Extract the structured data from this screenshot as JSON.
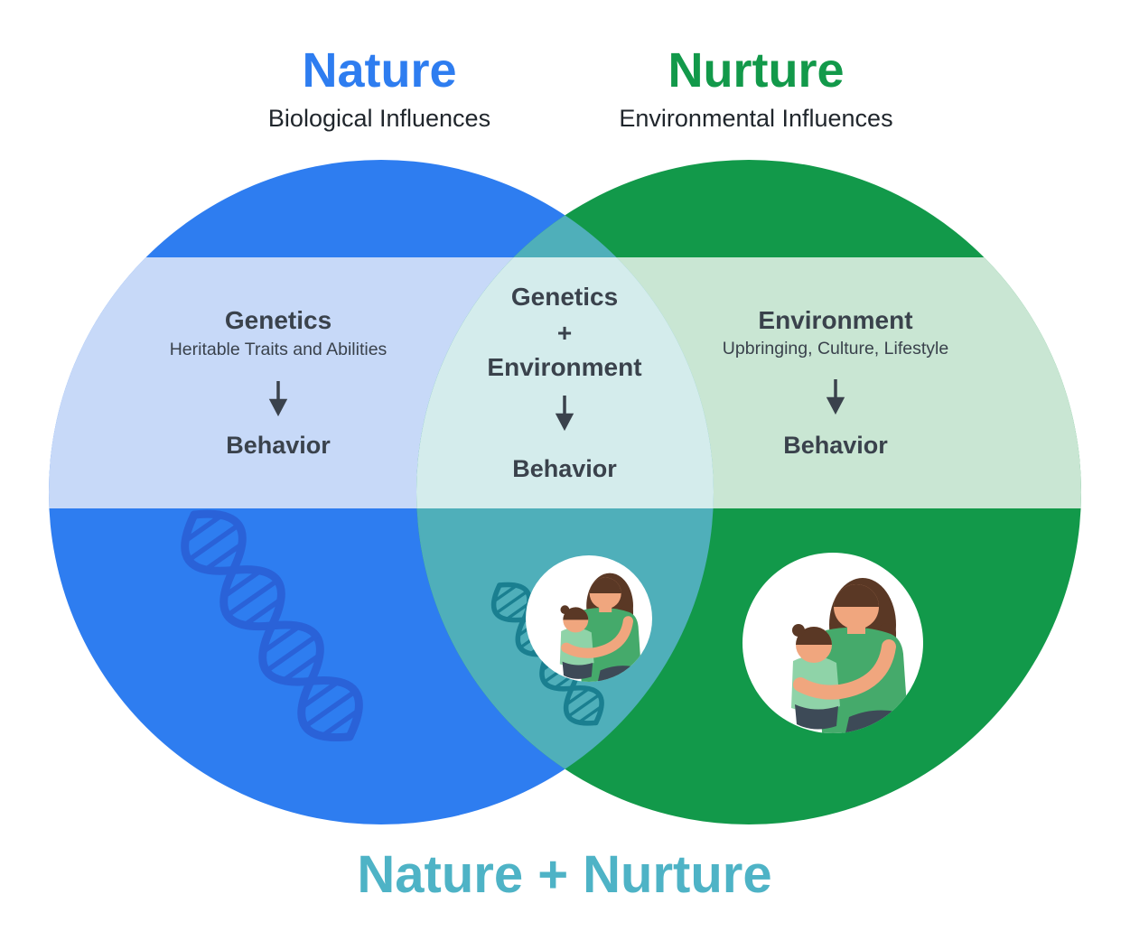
{
  "diagram": {
    "title_left": {
      "label": "Nature",
      "subtitle": "Biological Influences"
    },
    "title_right": {
      "label": "Nurture",
      "subtitle": "Environmental Influences"
    },
    "footer_title": "Nature + Nurture",
    "left_region": {
      "heading": "Genetics",
      "subheading": "Heritable Traits and Abilities",
      "outcome": "Behavior"
    },
    "center_region": {
      "heading_line1": "Genetics",
      "heading_line2": "+",
      "heading_line3": "Environment",
      "outcome": "Behavior"
    },
    "right_region": {
      "heading": "Environment",
      "subheading": "Upbringing, Culture, Lifestyle",
      "outcome": "Behavior"
    },
    "icons": {
      "left_icon": "dna-helix-icon",
      "overlap_icon": "dna-helix-icon",
      "overlap_photo": "mother-child-icon",
      "right_photo": "mother-child-icon",
      "arrows": "down-arrow-icon"
    },
    "colors": {
      "nature_blue": "#2e7df0",
      "nature_blue_light": "#c7d9f8",
      "nurture_green": "#12994a",
      "nurture_green_light": "#c9e6d3",
      "overlap_teal": "#4fafba",
      "overlap_teal_light": "#d4ecec",
      "footer_teal": "#4eb3c6",
      "text_dark": "#3a424c",
      "dna_blue": "#2a62d8",
      "dna_teal": "#1a7f90"
    }
  }
}
